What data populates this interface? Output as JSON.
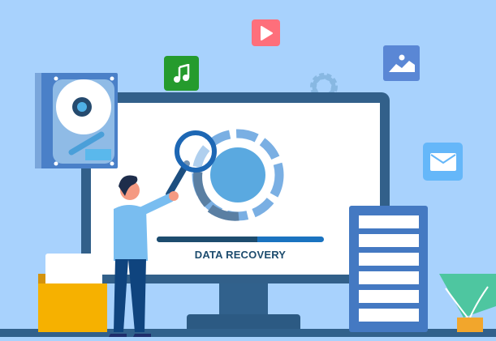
{
  "illustration": {
    "title": "Data Recovery illustration",
    "screen_label": "DATA RECOVERY",
    "progress": {
      "percent": 60,
      "fill_color": "#1d4c6e",
      "track_color": "#1a73c0"
    },
    "background_color": "#a8d2fd",
    "floating_icons": [
      {
        "name": "music-icon",
        "color": "#259b2d"
      },
      {
        "name": "play-icon",
        "color": "#fe6f7b"
      },
      {
        "name": "gear-icon",
        "color": "#88b8e2"
      },
      {
        "name": "image-icon",
        "color": "#5a87d5"
      },
      {
        "name": "mail-icon",
        "color": "#65b7f9"
      }
    ],
    "objects": [
      "hard-drive",
      "monitor",
      "magnifying-glass",
      "person",
      "folder",
      "server-rack",
      "plant"
    ]
  }
}
